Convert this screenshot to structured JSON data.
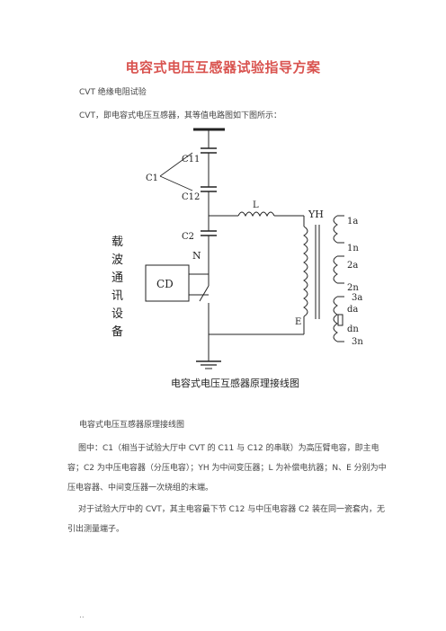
{
  "document": {
    "title": "电容式电压互感器试验指导方案",
    "section_heading": "CVT 绝缘电阻试验",
    "intro": "CVT，即电容式电压互感器，其等值电路图如下图所示：",
    "figure_caption_inline": "电容式电压互感器原理接线图",
    "figure_caption_text": "电容式电压互感器原理接线图",
    "para_1": "图中：C1（相当于试验大厅中 CVT 的 C11 与 C12 的串联）为高压臂电容，即主电容；C2 为中压电容器（分压电容）；YH 为中间变压器；L 为补偿电抗器；N、E 分别为中压电容器、中间变压器一次绕组的末端。",
    "para_2": "对于试验大厅中的 CVT，其主电容最下节 C12 与中压电容器 C2 装在同一瓷套内，无引出测量端子。",
    "footer_mark": ".."
  },
  "diagram": {
    "labels": {
      "c11": "C11",
      "c1": "C1",
      "c12": "C12",
      "c2": "C2",
      "l": "L",
      "yh": "YH",
      "n": "N",
      "cd": "CD",
      "e": "E",
      "t1a": "1a",
      "t1n": "1n",
      "t2a": "2a",
      "t2n": "2n",
      "t3a": "3a",
      "tda": "da",
      "tdn": "dn",
      "t3n": "3n"
    },
    "side_label_chars": [
      "载",
      "波",
      "通",
      "讯",
      "设",
      "备"
    ]
  }
}
